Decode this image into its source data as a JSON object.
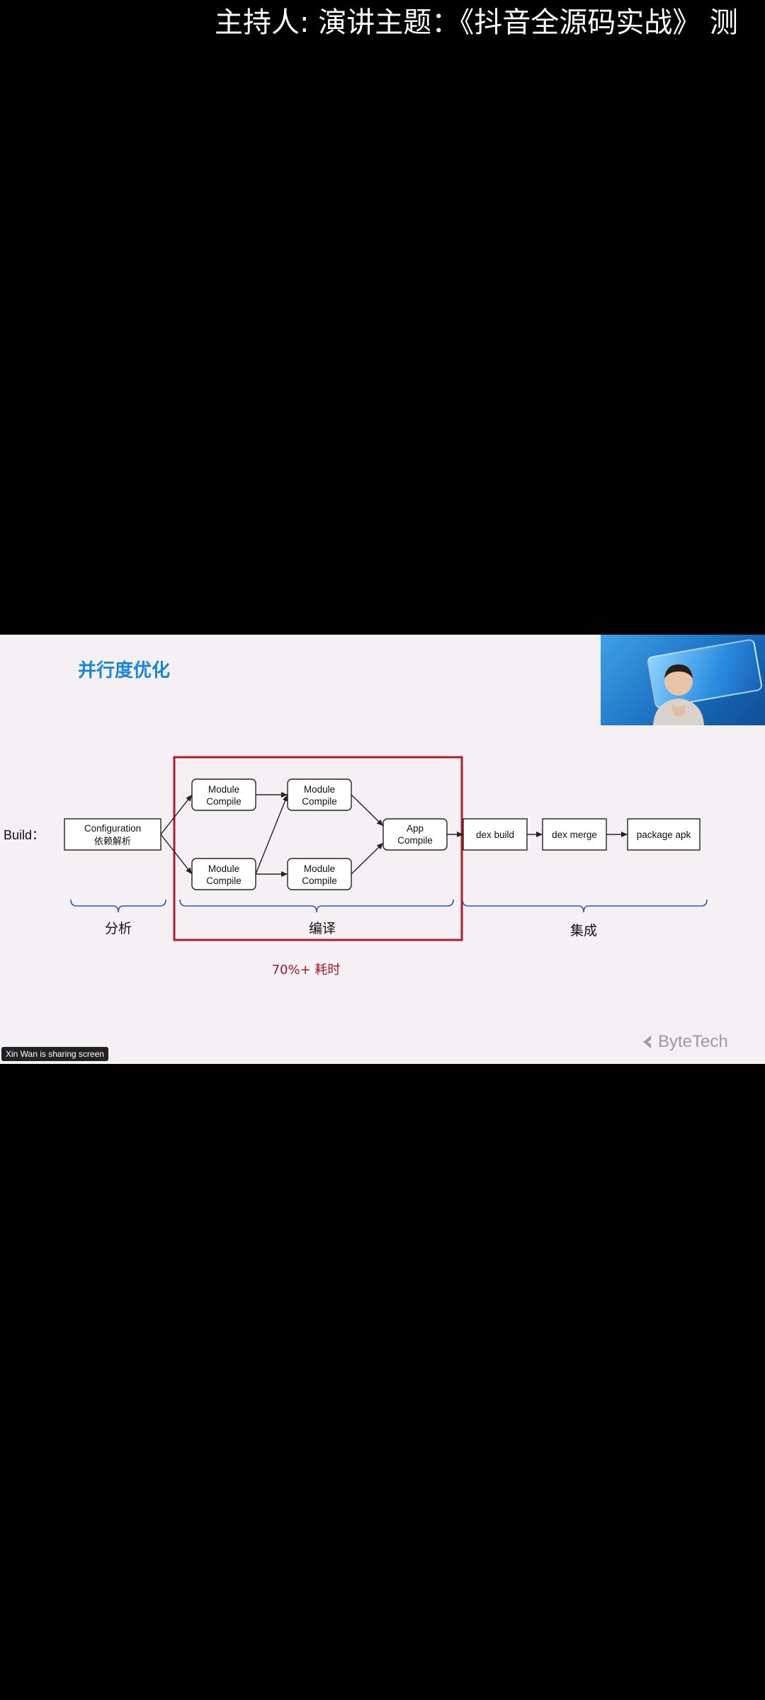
{
  "overlay": {
    "marquee": "主持人: 演讲主题：《抖音全源码实战》 测"
  },
  "slide": {
    "title": "并行度优化",
    "build_label": "Build：",
    "config_node": {
      "line1": "Configuration",
      "line2": "依赖解析"
    },
    "module_node": {
      "line1": "Module",
      "line2": "Compile"
    },
    "app_node": {
      "line1": "App",
      "line2": "Compile"
    },
    "dex_build": "dex build",
    "dex_merge": "dex merge",
    "package_apk": "package apk",
    "phase_analysis": "分析",
    "phase_compile": "编译",
    "phase_integrate": "集成",
    "time_note": "70%+ 耗时",
    "brand": "ByteTech",
    "colors": {
      "title": "#1a86d8",
      "highlight_box": "#b01e2c",
      "time_note": "#a3162b",
      "brace": "#2d5aa8",
      "background": "#f4f0f3"
    }
  },
  "meeting": {
    "sharing_status": "Xin Wan is sharing screen",
    "pip_icon": "speaker-video-icon"
  }
}
